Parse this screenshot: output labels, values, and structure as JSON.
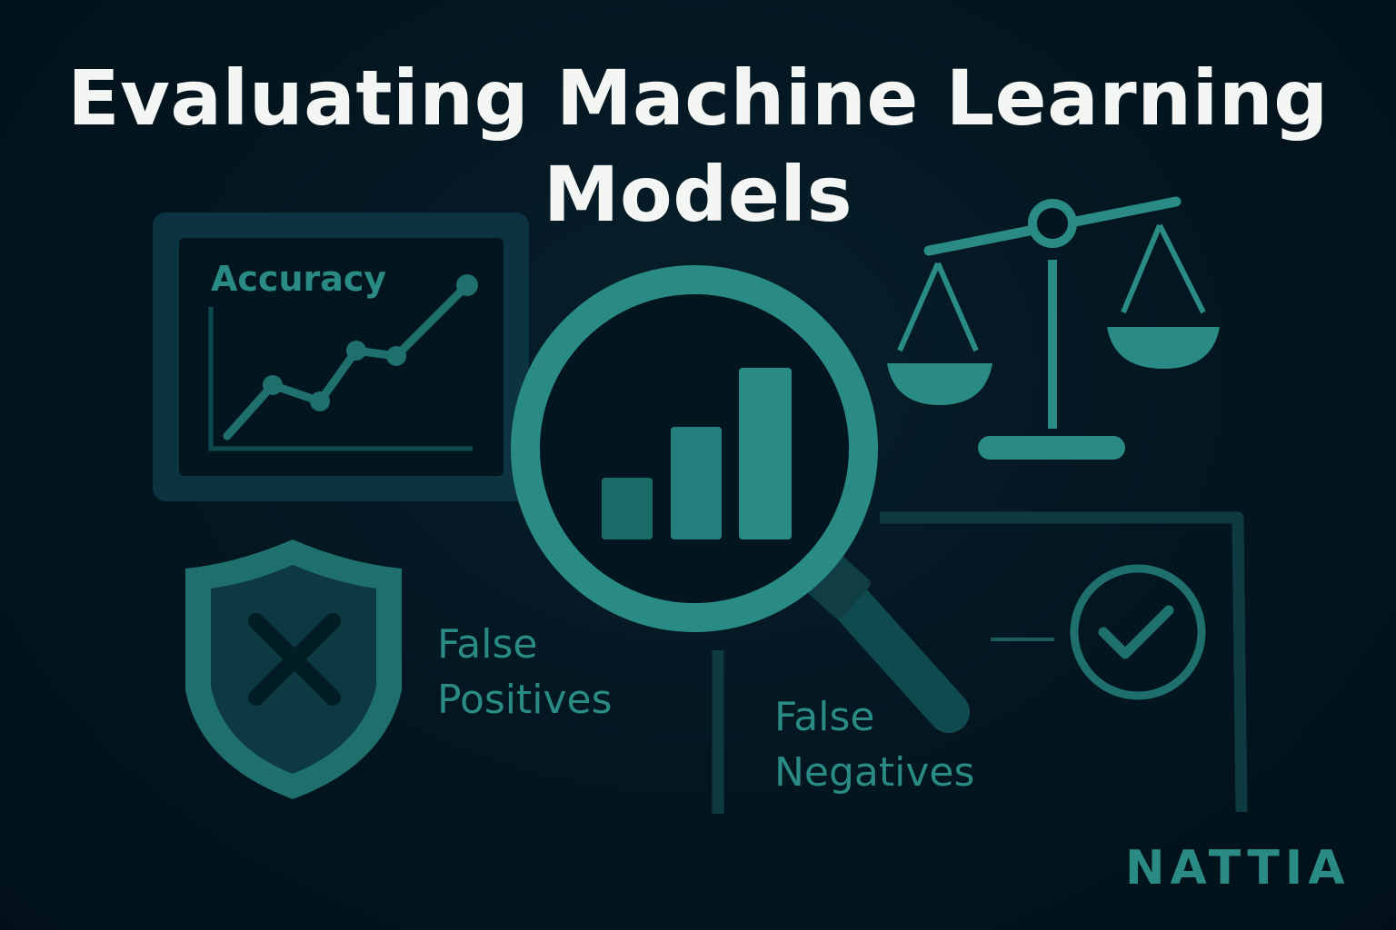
{
  "title": {
    "line1": "Evaluating Machine Learning",
    "line2": "Models"
  },
  "labels": {
    "accuracy": "Accuracy",
    "false_positives_1": "False",
    "false_positives_2": "Positives",
    "false_negatives_1": "False",
    "false_negatives_2": "Negatives"
  },
  "brand": "NATTIA",
  "colors": {
    "background": "#03151f",
    "accent": "#2a8a84",
    "accent_dark": "#0f3f45",
    "title": "#f4f6f4"
  },
  "icons": [
    "line-chart-icon",
    "magnifier-icon",
    "bar-chart-icon",
    "scale-icon",
    "shield-x-icon",
    "check-circle-icon"
  ]
}
